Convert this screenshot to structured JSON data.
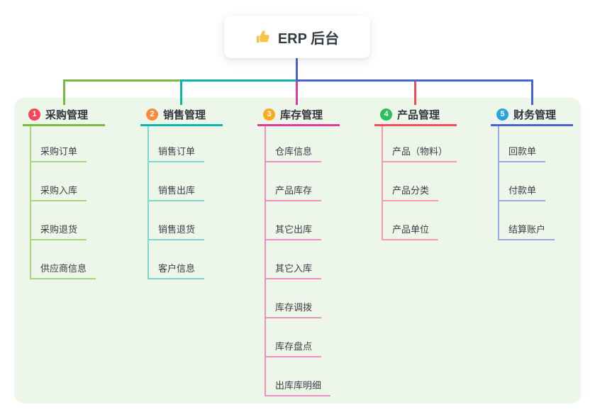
{
  "root": {
    "title": "ERP 后台",
    "icon": "thumbs-up",
    "icon_color": "#f6c445"
  },
  "canvas": {
    "background": "#ffffff",
    "panel_background": "#ecf7e9"
  },
  "branches": [
    {
      "badge": "1",
      "badge_color": "#f5455c",
      "label": "采购管理",
      "line_color": "#7cb93f",
      "line_light": "#a9d57f",
      "items": [
        "采购订单",
        "采购入库",
        "采购退货",
        "供应商信息"
      ]
    },
    {
      "badge": "2",
      "badge_color": "#f98b3d",
      "label": "销售管理",
      "line_color": "#10b5a9",
      "line_light": "#7fd4cb",
      "items": [
        "销售订单",
        "销售出库",
        "销售退货",
        "客户信息"
      ]
    },
    {
      "badge": "3",
      "badge_color": "#fbab1c",
      "label": "库存管理",
      "line_color": "#e03a9b",
      "line_light": "#ef8fc4",
      "items": [
        "仓库信息",
        "产品库存",
        "其它出库",
        "其它入库",
        "库存调拨",
        "库存盘点",
        "出库库明细"
      ]
    },
    {
      "badge": "4",
      "badge_color": "#2dbd5e",
      "label": "产品管理",
      "line_color": "#f34d5a",
      "line_light": "#f79aa2",
      "items": [
        "产品（物料）",
        "产品分类",
        "产品单位"
      ]
    },
    {
      "badge": "5",
      "badge_color": "#2aa4dc",
      "label": "财务管理",
      "line_color": "#4a62d4",
      "line_light": "#9aaae8",
      "items": [
        "回款单",
        "付款单",
        "结算账户"
      ]
    }
  ]
}
